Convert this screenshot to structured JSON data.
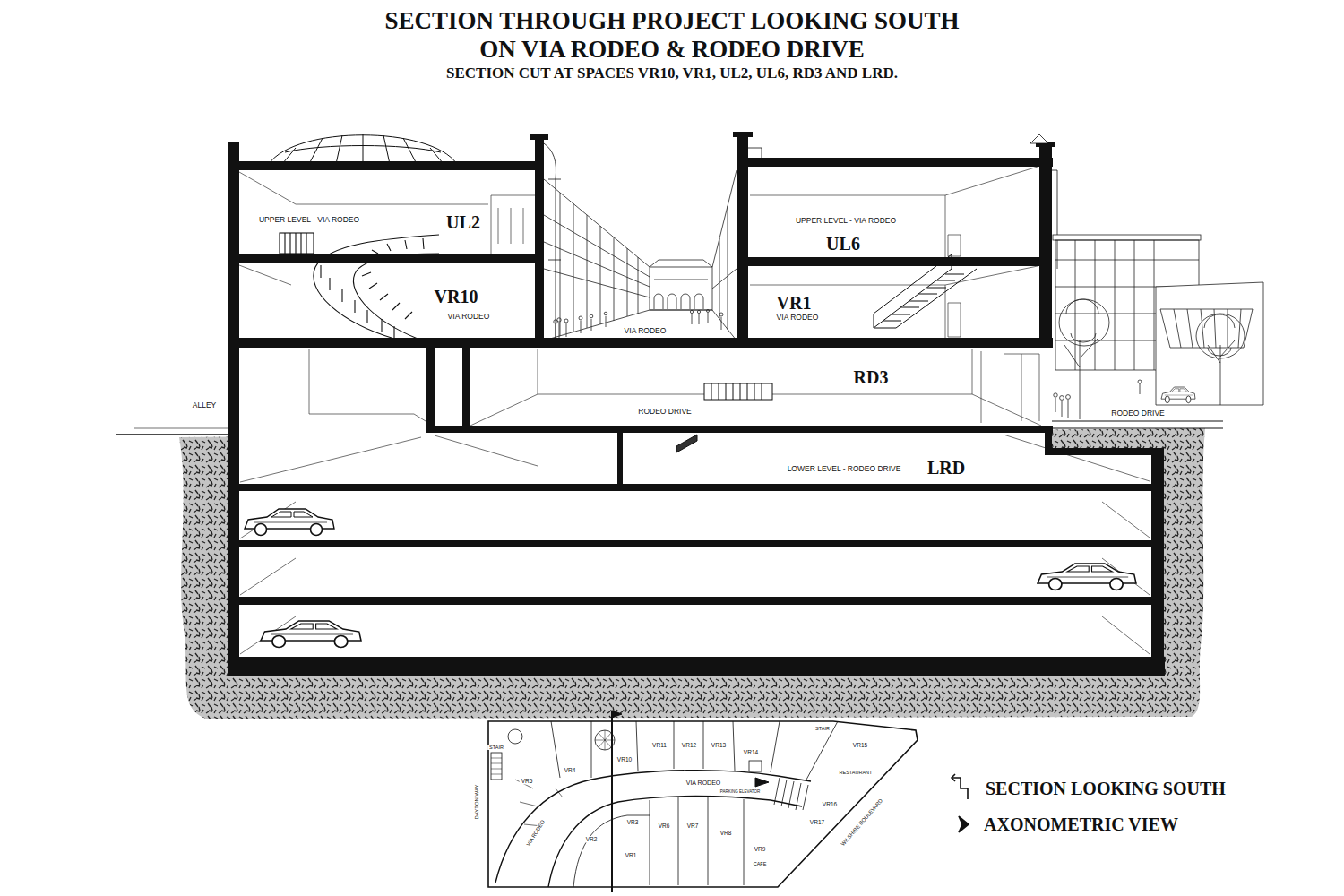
{
  "diagram": {
    "title": "SECTION THROUGH PROJECT LOOKING SOUTH ON VIA RODEO & RODEO DRIVE",
    "labels": [
      "SECTION CUT AT SPACES VR10, VR1, UL2, UL6, RD3 AND LRD.",
      "UPPER LEVEL - VIA RODEO",
      "UL2",
      "VR10",
      "VIA RODEO",
      "VIA RODEO",
      "UPPER LEVEL - VIA RODEO",
      "UL6",
      "VR1",
      "VIA RODEO",
      "RD3",
      "RODEO DRIVE",
      "ALLEY",
      "RODEO DRIVE",
      "LOWER LEVEL - RODEO DRIVE",
      "LRD",
      "STAIR",
      "VR5",
      "VR4",
      "VR10",
      "VR11",
      "VR12",
      "VR13",
      "VR14",
      "STAIR",
      "VR15",
      "RESTAURANT",
      "VIA RODEO",
      "PARKING ELEVATOR",
      "VR16",
      "VR17",
      "WILSHIRE BOULEVARD",
      "DAYTON WAY",
      "VIA RODEO",
      "VR3",
      "VR2",
      "VR1",
      "VR6",
      "VR7",
      "VR8",
      "VR9",
      "CAFE"
    ],
    "legend": [
      {
        "text": "SECTION LOOKING SOUTH"
      },
      {
        "text": "AXONOMETRIC VIEW"
      }
    ]
  }
}
